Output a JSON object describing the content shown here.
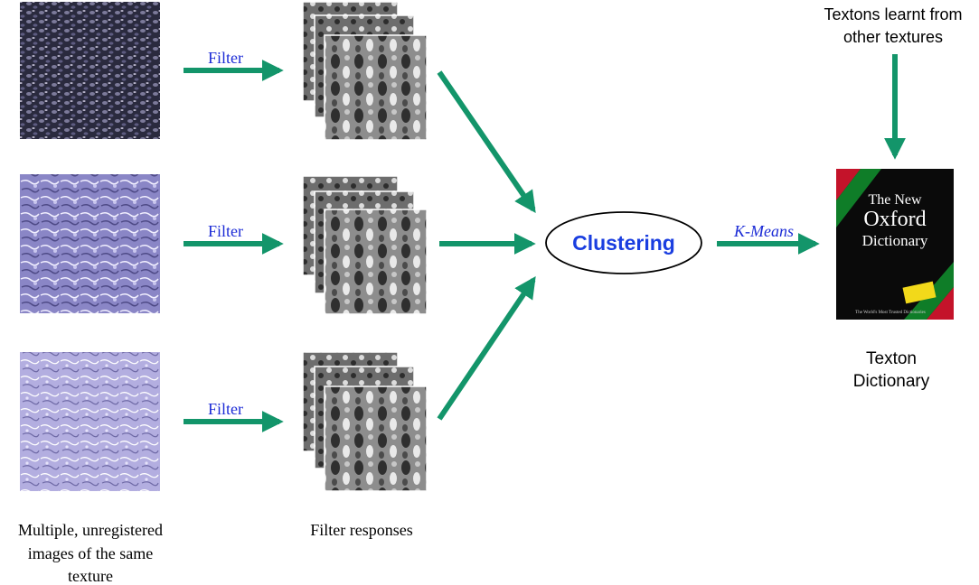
{
  "colors": {
    "arrow": "#13956a",
    "filter_label": "#1b2bd6",
    "clustering_label": "#1a3ee0",
    "texture_dark": "#2a2a3e",
    "texture_mid": "#8a86c6",
    "texture_light": "#b3aee0",
    "book_cover": "#0a0a0a"
  },
  "labels": {
    "filter": [
      "Filter",
      "Filter",
      "Filter"
    ],
    "clustering": "Clustering",
    "kmeans": "K-Means",
    "textons_learnt": [
      "Textons learnt from",
      "other textures"
    ],
    "texton_dictionary": [
      "Texton",
      "Dictionary"
    ],
    "input_caption": [
      "Multiple, unregistered",
      "images of the same",
      "texture"
    ],
    "filter_responses": "Filter responses",
    "book_title": [
      "The New",
      "Oxford",
      "Dictionary"
    ],
    "book_footer": "The World's Most Trusted Dictionaries"
  },
  "icons": {
    "textures": [
      "texture-dark-icon",
      "texture-purple-icon",
      "texture-light-purple-icon"
    ],
    "responses": "filter-response-stack-icon",
    "book": "oxford-dictionary-book-icon"
  }
}
